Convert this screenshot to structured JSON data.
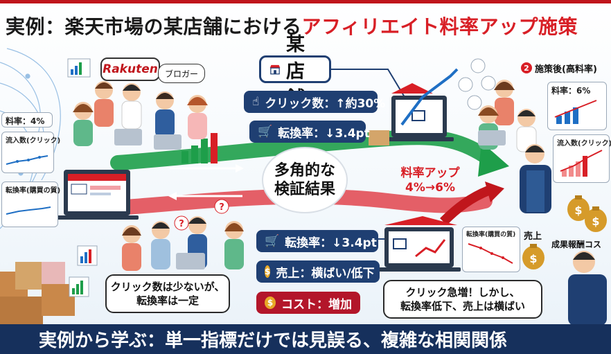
{
  "title": {
    "part1": "実例：楽天市場の某店舗における",
    "part2": "アフィリエイト料率アップ施策"
  },
  "shop_label": "某店舗",
  "top_pills": {
    "click": "クリック数：↑約30%",
    "conversion": "転換率：↓3.4pt"
  },
  "center": {
    "line1": "多角的な",
    "line2": "検証結果"
  },
  "bottom_pills": {
    "conversion": "転換率：↓3.4pt",
    "sales": "売上：横ばい/低下",
    "cost": "コスト：増加"
  },
  "rate_change": {
    "line1": "料率アップ",
    "line2": "4%→6%"
  },
  "left_panel": {
    "rate": "料率：4%",
    "traffic": "流入数(クリック)",
    "conversion": "転換率(購買の質)"
  },
  "right_panel": {
    "badge_number": "2",
    "heading": "施策後(高料率)",
    "rate": "料率：6%",
    "traffic": "流入数(クリック)"
  },
  "rakuten_logo": "Rakuten",
  "blogger_bubble": "ブロガー",
  "bubble_left": {
    "line1": "クリック数は少ないが、",
    "line2": "転換率は一定"
  },
  "bubble_right": {
    "line1": "クリック急増！しかし、",
    "line2": "転換率低下、売上は横ばい"
  },
  "chart_label_conversion": "転換率(購買の質)",
  "sales_label": "売上",
  "commission_label": "成果報酬コス",
  "banner": "実例から学ぶ：単一指標だけでは見誤る、複雑な相関関係",
  "colors": {
    "navy": "#1f3f72",
    "red": "#d81f26",
    "green": "#1e9e4a",
    "banner": "#16305c"
  }
}
